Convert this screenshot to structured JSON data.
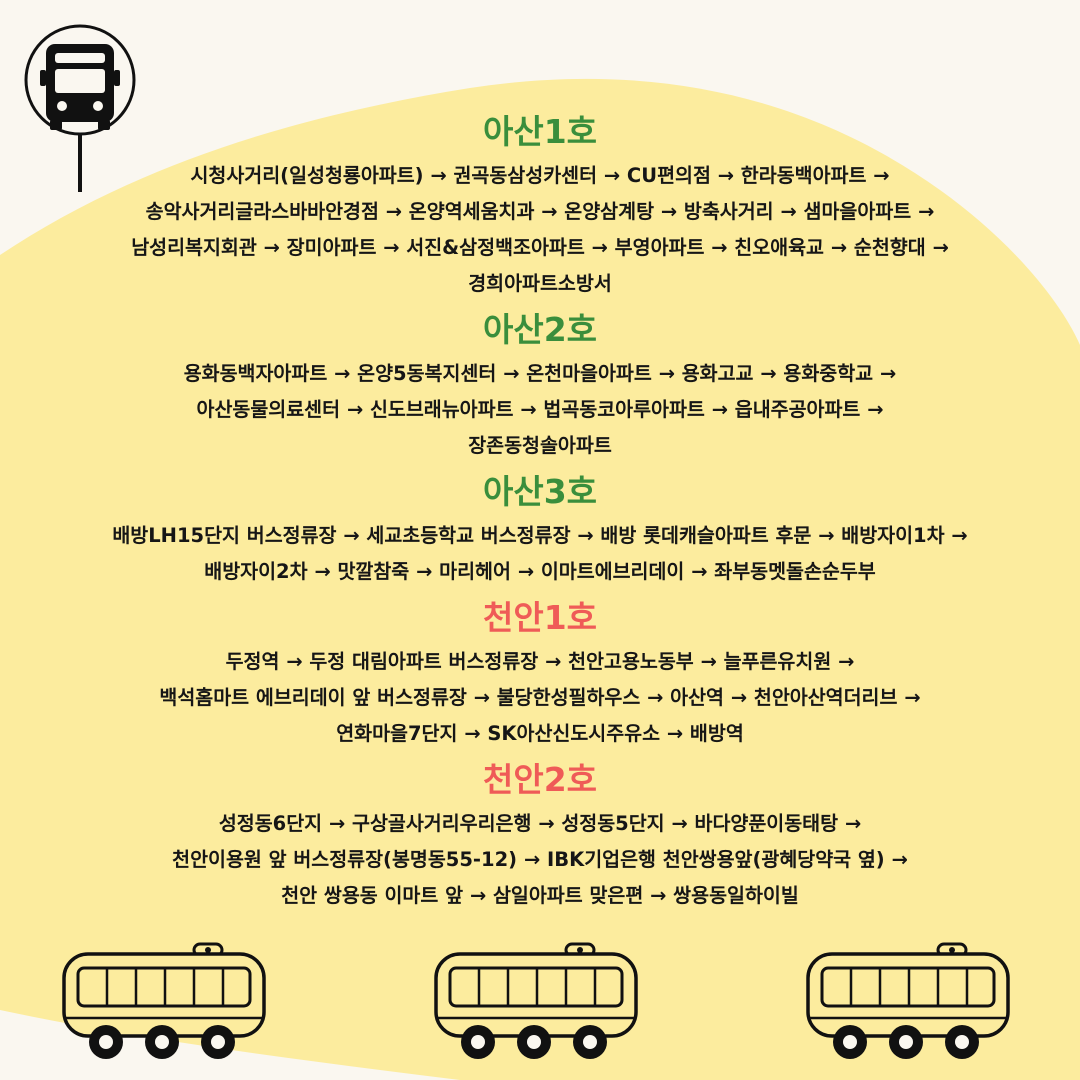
{
  "colors": {
    "background": "#faf7f0",
    "blob": "#fcec9e",
    "asan_title": "#3a8e3c",
    "cheonan_title": "#ef5b57",
    "text": "#161616"
  },
  "icons": [
    "bus-stop-sign-icon",
    "bus-illustration"
  ],
  "routes": [
    {
      "title": "아산1호",
      "stops": "시청사거리(일성청룡아파트) → 권곡동삼성카센터 → CU편의점 → 한라동백아파트 →\n송악사거리글라스바바안경점 → 온양역세움치과 → 온양삼계탕 → 방축사거리 → 샘마을아파트 →\n남성리복지회관 → 장미아파트 → 서진&삼정백조아파트 → 부영아파트 → 친오애육교 → 순천향대 →\n경희아파트소방서"
    },
    {
      "title": "아산2호",
      "stops": "용화동백자아파트 → 온양5동복지센터 → 온천마을아파트 → 용화고교 → 용화중학교 →\n아산동물의료센터 → 신도브래뉴아파트 → 법곡동코아루아파트 → 읍내주공아파트 →\n장존동청솔아파트"
    },
    {
      "title": "아산3호",
      "stops": "배방LH15단지 버스정류장 → 세교초등학교 버스정류장 → 배방 롯데캐슬아파트 후문 → 배방자이1차 →\n배방자이2차 → 맛깔참죽 → 마리헤어 → 이마트에브리데이 → 좌부동멧돌손순두부"
    },
    {
      "title": "천안1호",
      "stops": "두정역 → 두정 대림아파트 버스정류장 → 천안고용노동부 → 늘푸른유치원 →\n백석홈마트 에브리데이 앞 버스정류장 → 불당한성필하우스 → 아산역 → 천안아산역더리브 →\n연화마을7단지 → SK아산신도시주유소 → 배방역"
    },
    {
      "title": "천안2호",
      "stops": "성정동6단지 → 구상골사거리우리은행 → 성정동5단지 → 바다양푼이동태탕 →\n천안이용원 앞 버스정류장(봉명동55-12) → IBK기업은행 천안쌍용앞(광혜당약국 옆) →\n천안 쌍용동 이마트 앞 → 삼일아파트 맞은편 → 쌍용동일하이빌"
    }
  ]
}
